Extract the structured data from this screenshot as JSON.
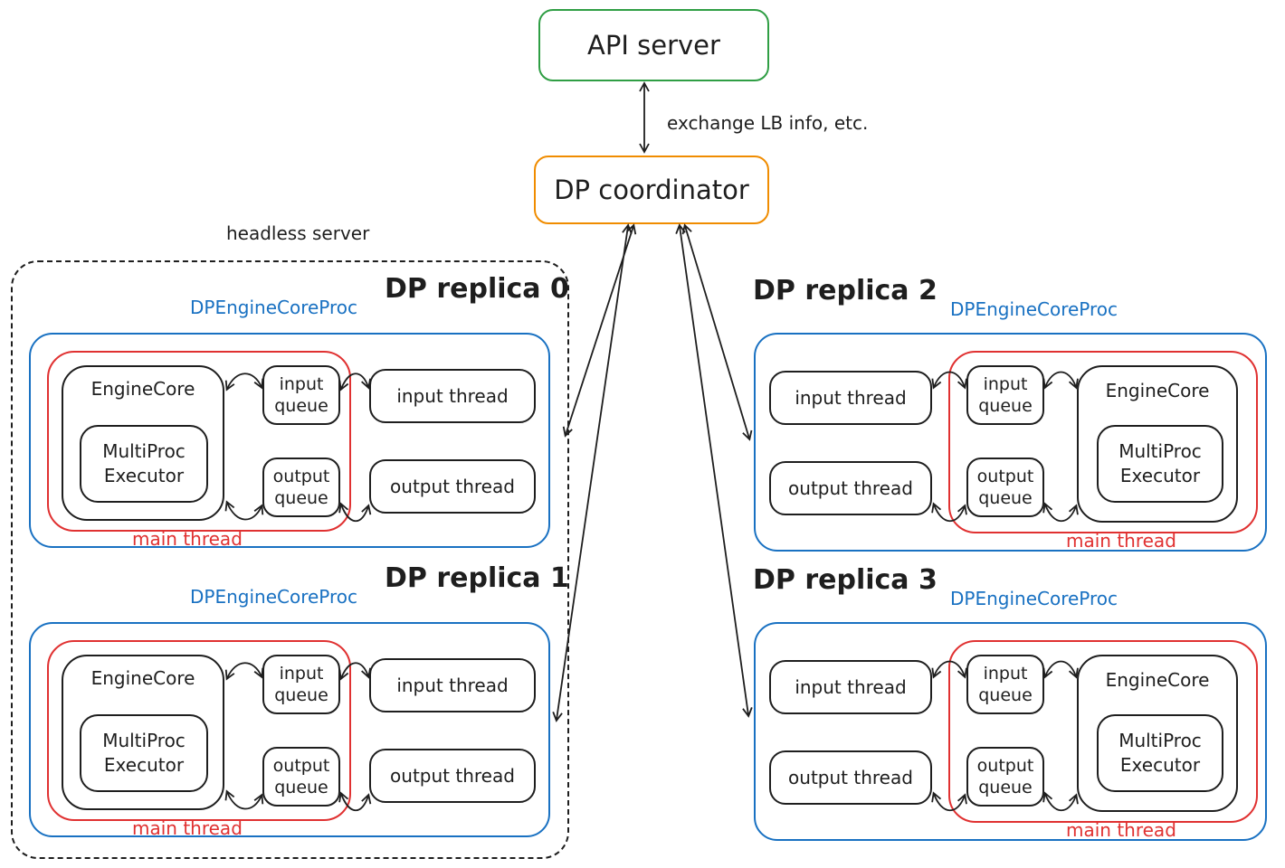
{
  "colors": {
    "green": "#2f9e44",
    "orange": "#f08c00",
    "blue": "#1971c2",
    "red": "#e03131",
    "ink": "#1e1e1e"
  },
  "top": {
    "api_server": "API server",
    "coordinator": "DP coordinator",
    "exchange_note": "exchange LB info, etc."
  },
  "headless_group": {
    "label": "headless server"
  },
  "shared": {
    "proc_label": "DPEngineCoreProc",
    "main_thread": "main thread",
    "engine_core": "EngineCore",
    "multiproc_line1": "MultiProc",
    "multiproc_line2": "Executor",
    "input_queue_line1": "input",
    "input_queue_line2": "queue",
    "output_queue_line1": "output",
    "output_queue_line2": "queue",
    "input_thread": "input thread",
    "output_thread": "output thread"
  },
  "replicas": [
    {
      "title": "DP replica 0",
      "orientation": "left"
    },
    {
      "title": "DP replica 1",
      "orientation": "left"
    },
    {
      "title": "DP replica 2",
      "orientation": "right"
    },
    {
      "title": "DP replica 3",
      "orientation": "right"
    }
  ]
}
